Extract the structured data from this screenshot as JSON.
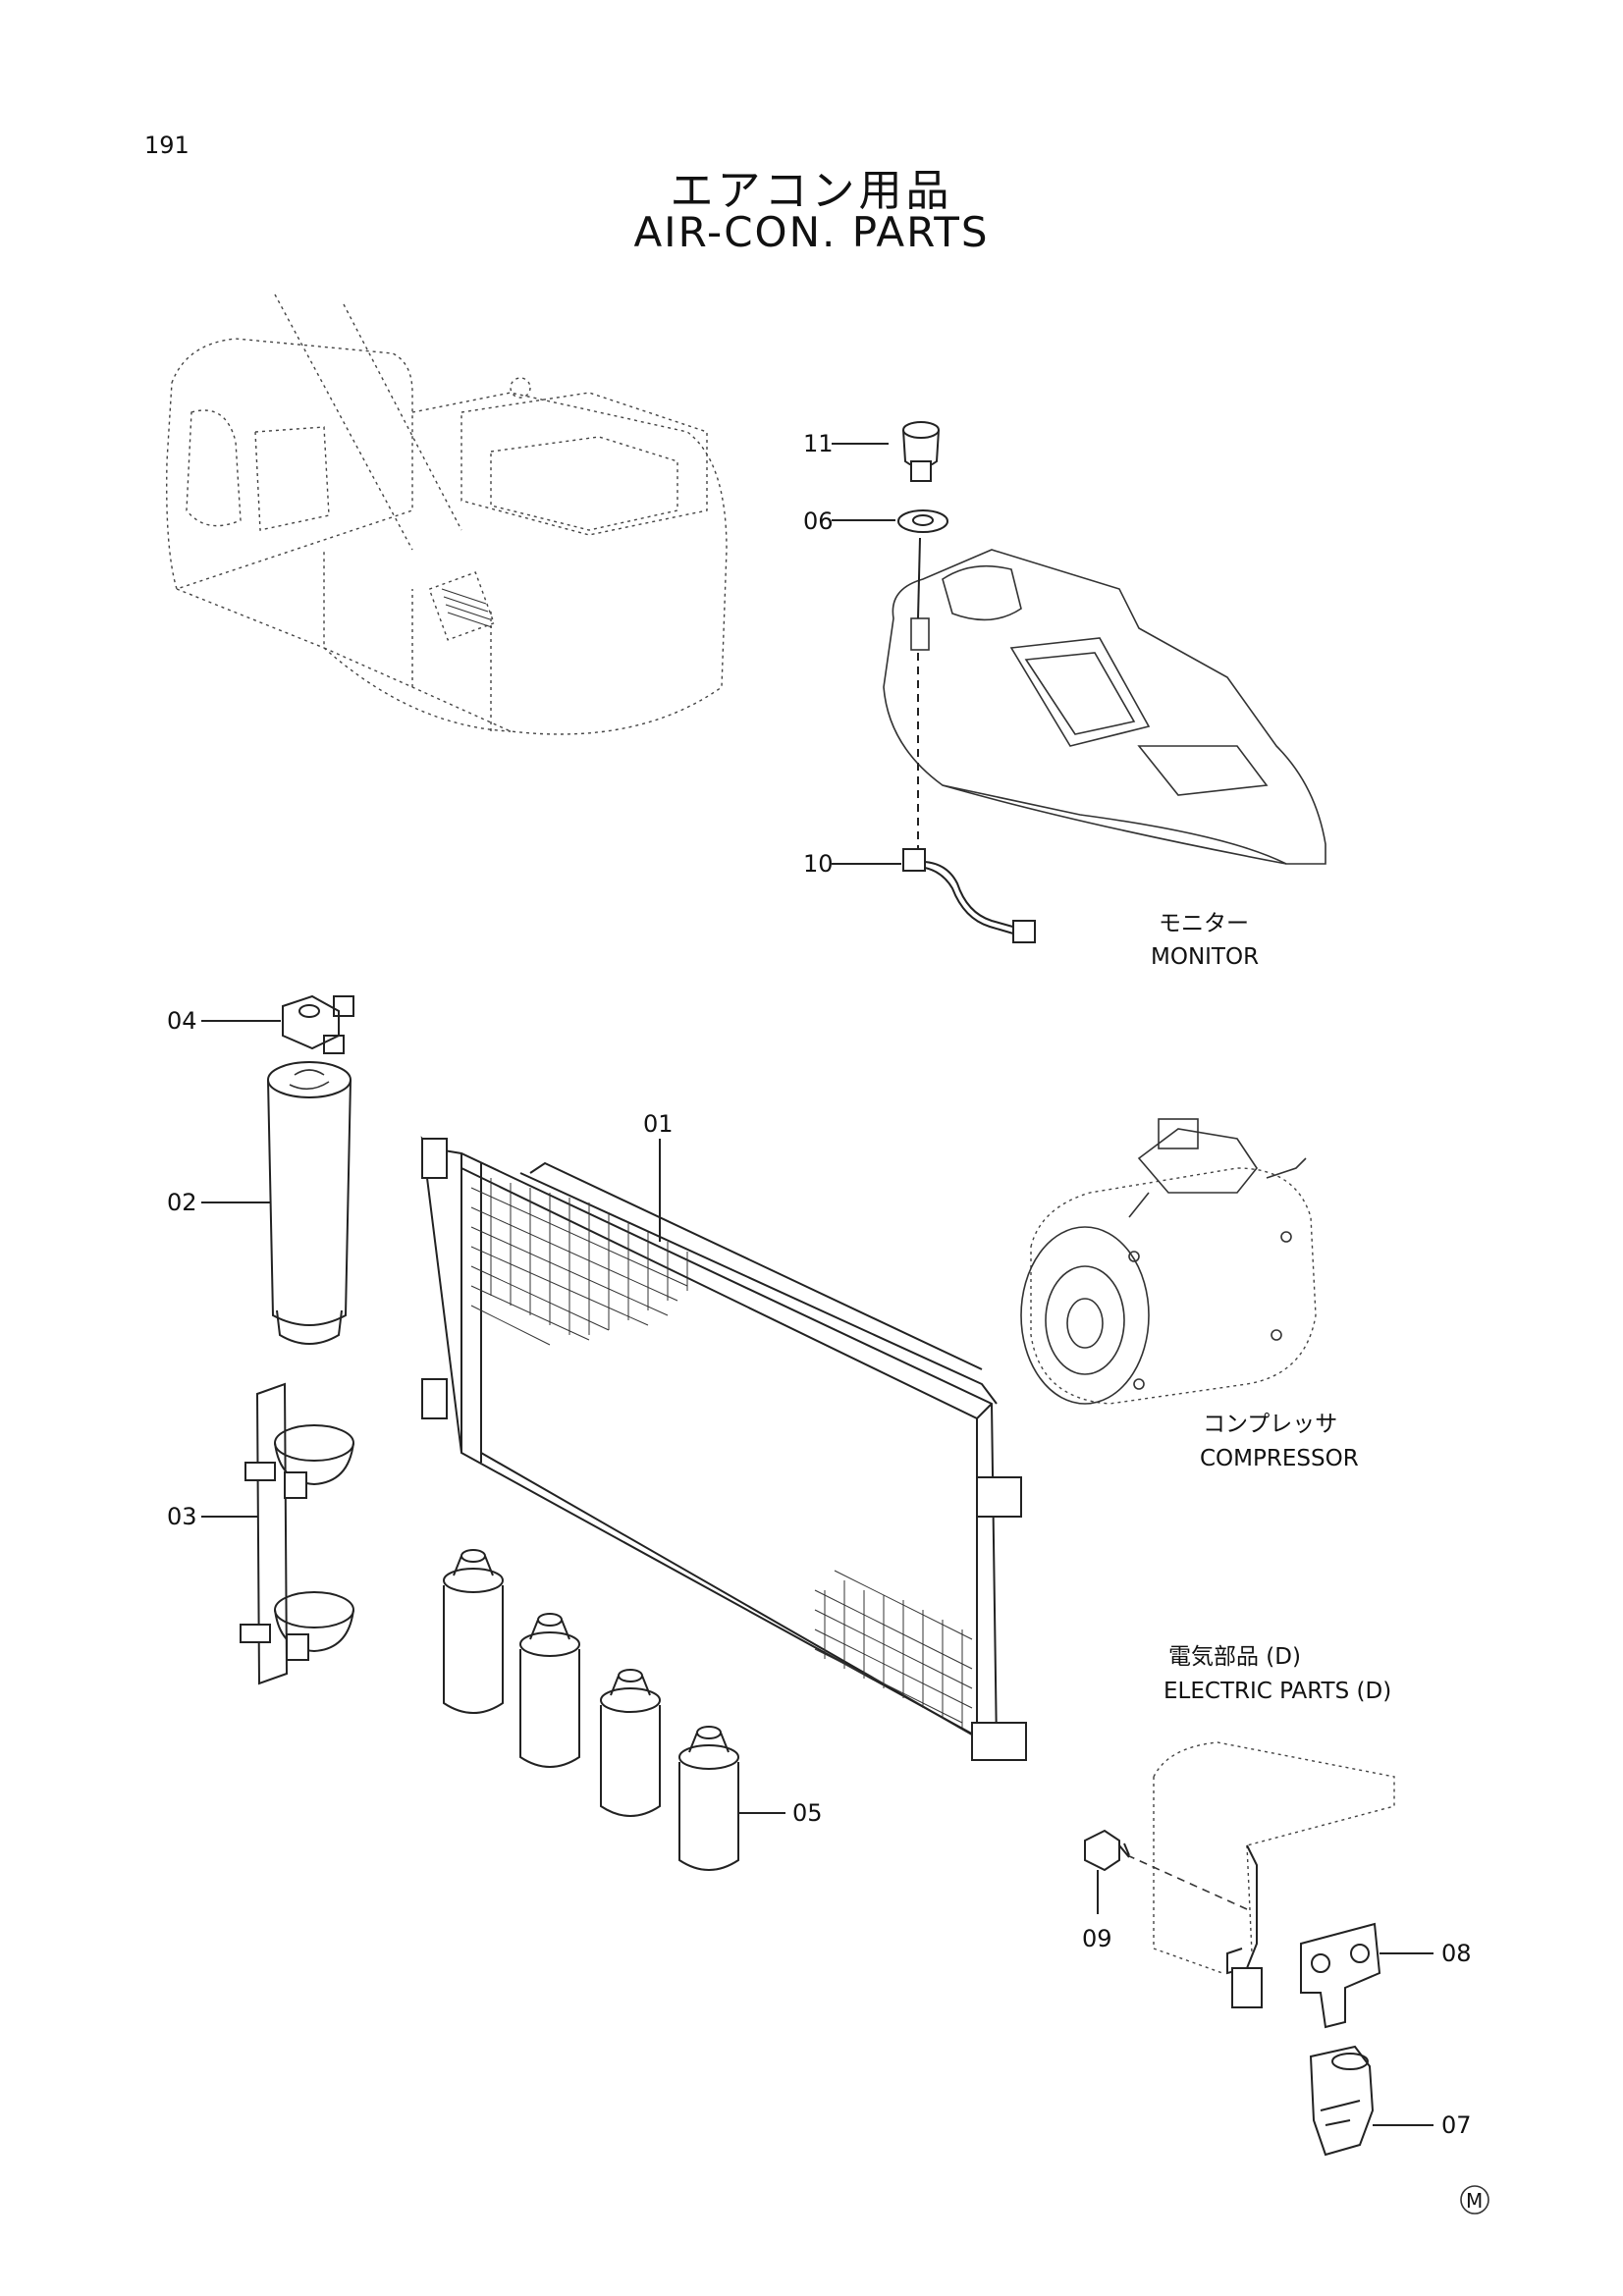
{
  "page": {
    "number": "191"
  },
  "title": {
    "jp": "エアコン用品",
    "en": "AIR-CON. PARTS"
  },
  "captions": {
    "monitor_jp": "モニター",
    "monitor_en": "MONITOR",
    "compressor_jp": "コンプレッサ",
    "compressor_en": "COMPRESSOR",
    "electric_jp": "電気部品 (D)",
    "electric_en": "ELECTRIC PARTS (D)"
  },
  "callouts": {
    "p01": "01",
    "p02": "02",
    "p03": "03",
    "p04": "04",
    "p05": "05",
    "p06": "06",
    "p07": "07",
    "p08": "08",
    "p09": "09",
    "p10": "10",
    "p11": "11"
  },
  "mark": "M"
}
